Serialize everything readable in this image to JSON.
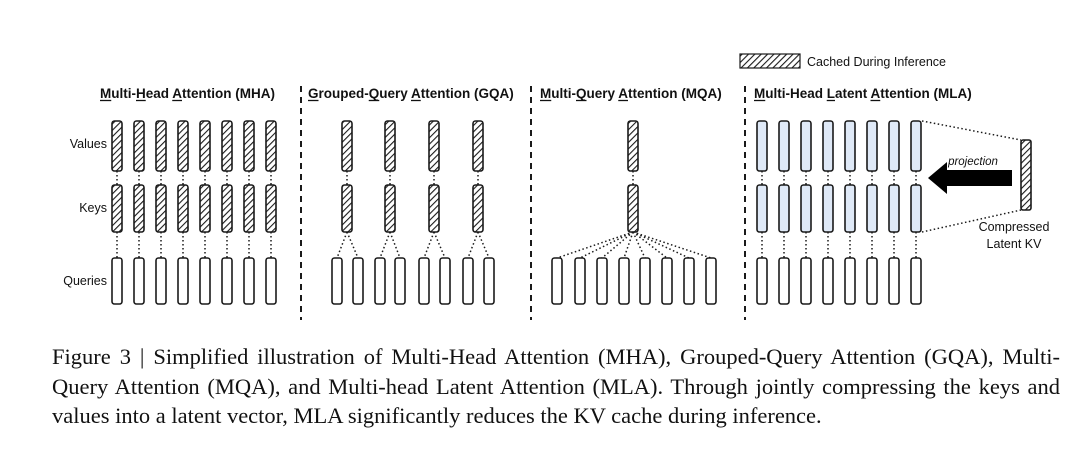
{
  "legend": {
    "label": "Cached During Inference"
  },
  "row_labels": {
    "values": "Values",
    "keys": "Keys",
    "queries": "Queries"
  },
  "panels": [
    {
      "id": "mha",
      "title": "Multi-Head Attention (MHA)",
      "underline_letters": [
        "M",
        "H",
        "A"
      ]
    },
    {
      "id": "gqa",
      "title": "Grouped-Query Attention (GQA)",
      "underline_letters": [
        "G",
        "Q",
        "A"
      ]
    },
    {
      "id": "mqa",
      "title": "Multi-Query Attention (MQA)",
      "underline_letters": [
        "M",
        "Q",
        "A"
      ]
    },
    {
      "id": "mla",
      "title": "Multi-Head Latent Attention (MLA)",
      "underline_letters": [
        "M",
        "L",
        "A"
      ]
    }
  ],
  "mla": {
    "projection_label": "projection",
    "latent_label_line1": "Compressed",
    "latent_label_line2": "Latent KV"
  },
  "colors": {
    "stroke": "#1a1a1a",
    "mla_fill": "#dfe9f7",
    "hatch": "#1a1a1a"
  },
  "caption": "Figure 3 | Simplified illustration of Multi-Head Attention (MHA), Grouped-Query Attention (GQA), Multi-Query Attention (MQA), and Multi-head Latent Attention (MLA). Through jointly compressing the keys and values into a latent vector, MLA significantly reduces the KV cache during inference."
}
